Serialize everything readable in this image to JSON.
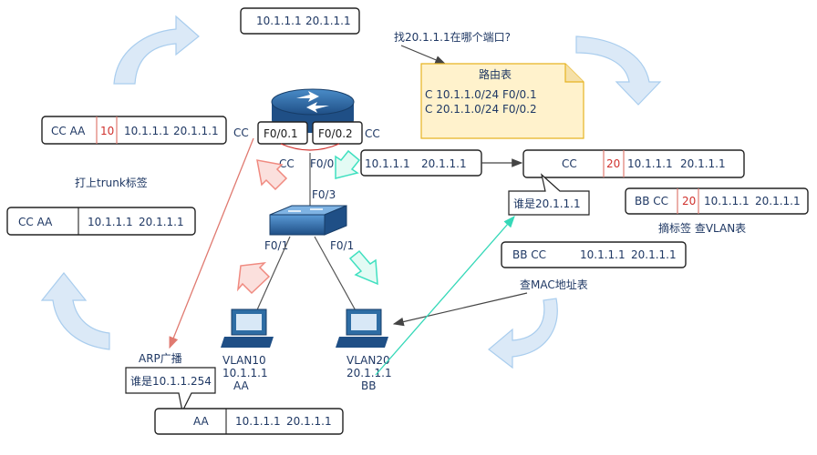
{
  "top_frame": {
    "src": "10.1.1.1",
    "dst": "20.1.1.1"
  },
  "question": "找20.1.1.1在哪个端口?",
  "routing_table": {
    "title": "路由表",
    "rows": [
      "C 10.1.1.0/24    F0/0.1",
      "C 20.1.1.0/24    F0/0.2"
    ]
  },
  "router": {
    "sub1": "F0/0.1",
    "sub2": "F0/0.2",
    "mac": "CC",
    "mac_right": "CC",
    "phys_port": "F0/0"
  },
  "switch": {
    "uplink": "F0/3",
    "port_left": "F0/1",
    "port_right": "F0/1"
  },
  "left_tagged": {
    "mac": "CC  AA",
    "vlan": "10",
    "src": "10.1.1.1",
    "dst": "20.1.1.1",
    "side_label": "CC"
  },
  "tag_note": "打上trunk标签",
  "left_plain": {
    "mac": "CC   AA",
    "src": "10.1.1.1",
    "dst": "20.1.1.1"
  },
  "mid_frame": {
    "src": "10.1.1.1",
    "dst": "20.1.1.1"
  },
  "arp_right_frame": {
    "mac": "CC",
    "vlan": "20",
    "src": "10.1.1.1",
    "dst": "20.1.1.1"
  },
  "who_is_right": "谁是20.1.1.1",
  "right_tagged": {
    "mac": "BB CC",
    "vlan": "20",
    "src": "10.1.1.1",
    "dst": "20.1.1.1"
  },
  "untag_note": "摘标签  查VLAN表",
  "right_plain": {
    "mac": "BB CC",
    "src": "10.1.1.1",
    "dst": "20.1.1.1"
  },
  "mac_note": "查MAC地址表",
  "pc_left": {
    "vlan": "VLAN10",
    "ip": "10.1.1.1",
    "mac": "AA"
  },
  "pc_right": {
    "vlan": "VLAN20",
    "ip": "20.1.1.1",
    "mac": "BB"
  },
  "arp_label": "ARP广播",
  "who_is_left": "谁是10.1.1.254",
  "bottom_frame": {
    "mac": "AA",
    "src": "10.1.1.1",
    "dst": "20.1.1.1"
  },
  "colors": {
    "router_blue": "#2e6da4",
    "arrow_light_blue": "#a9cdee",
    "arrow_pink": "#f4a7a0",
    "arrow_teal": "#40e0c0",
    "note_yellow": "#fff2cc",
    "vlan_red": "#d0312d"
  }
}
